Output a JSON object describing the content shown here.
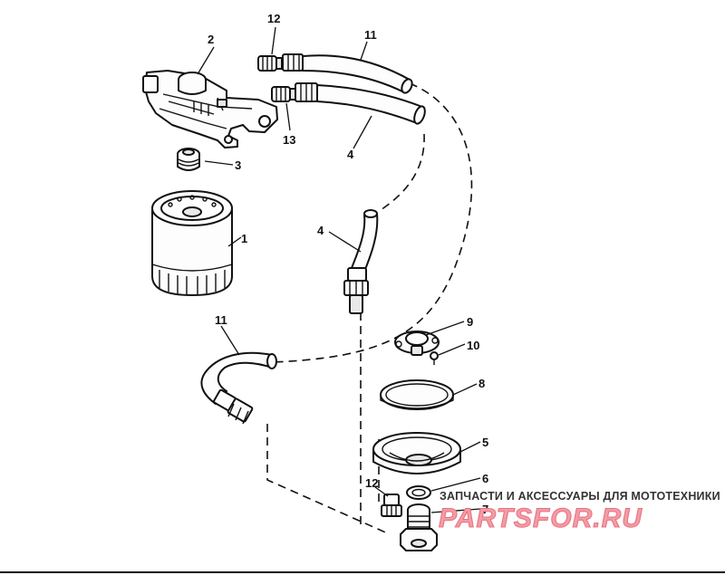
{
  "callouts": {
    "c1": "1",
    "c2": "2",
    "c3": "3",
    "c4_upper": "4",
    "c4_lower": "4",
    "c5": "5",
    "c6": "6",
    "c7": "7",
    "c8": "8",
    "c9": "9",
    "c10": "10",
    "c11_upper": "11",
    "c11_lower": "11",
    "c12_upper": "12",
    "c12_lower": "12",
    "c13": "13"
  },
  "watermark": {
    "caption": "ЗАПЧАСТИ И АКСЕССУАРЫ ДЛЯ МОТОТЕХНИКИ",
    "logo": "PARTSFOR.RU"
  }
}
